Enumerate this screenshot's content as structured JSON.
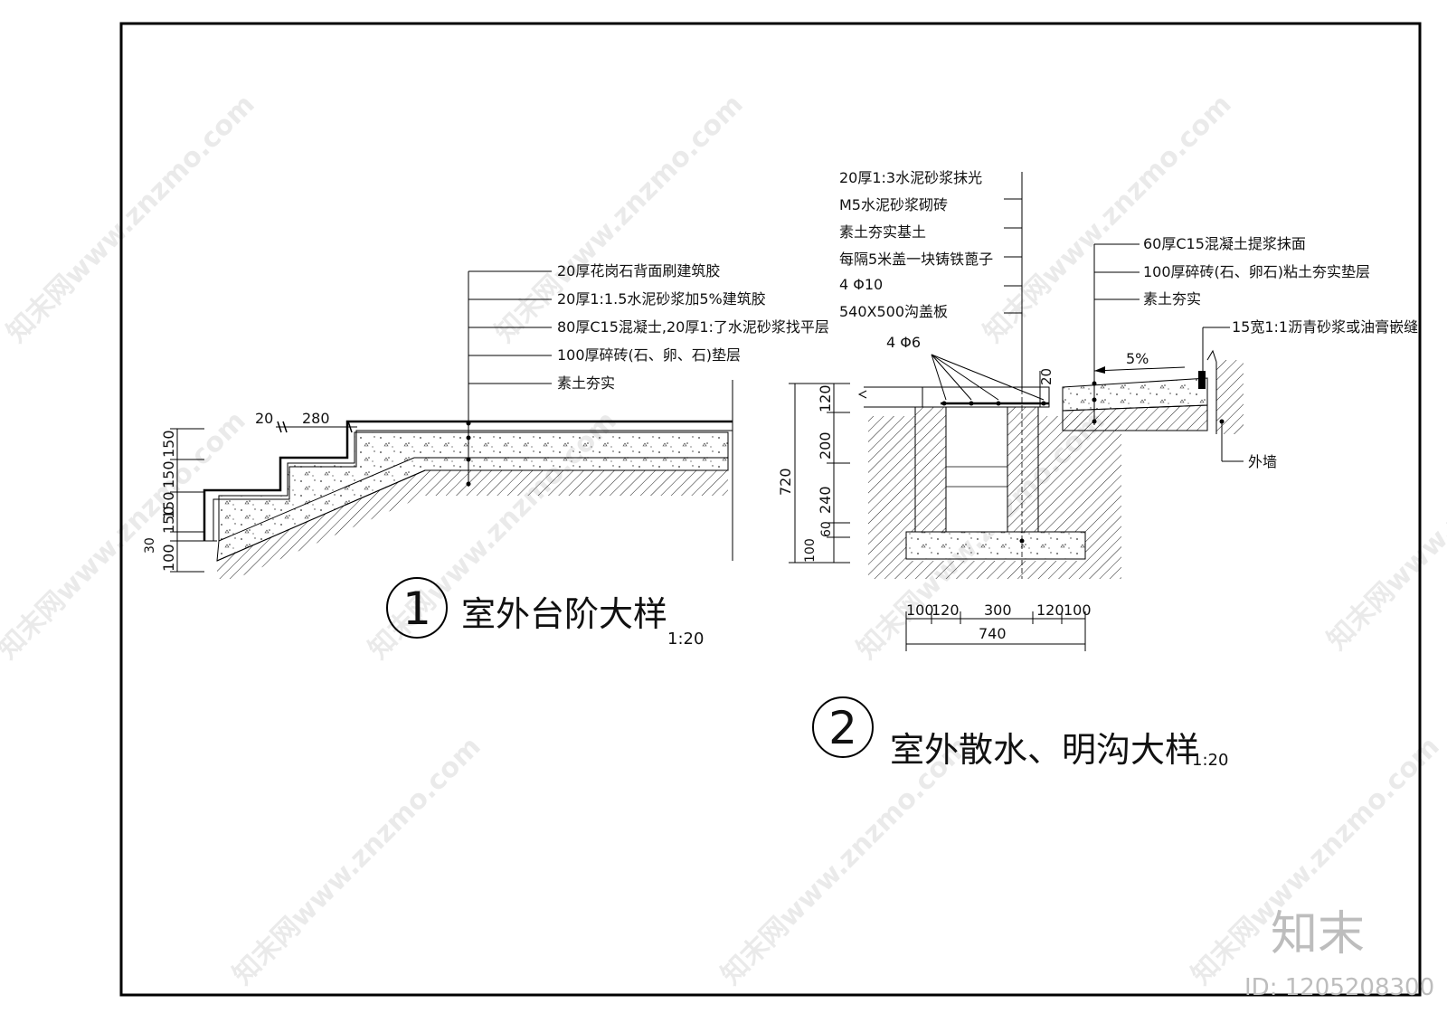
{
  "detail1": {
    "number": "1",
    "title": "室外台阶大样",
    "scale": "1:20",
    "layers": [
      "20厚花岗石背面刷建筑胶",
      "20厚1:1.5水泥砂浆加5%建筑胶",
      "80厚C15混凝士,20厚1:了水泥砂浆找平层",
      "100厚碎砖(石、卵、石)垫层",
      "素土夯实"
    ],
    "dim_top": [
      "20",
      "280"
    ],
    "dim_left": [
      "150",
      "150",
      "150",
      "150",
      "30",
      "100"
    ]
  },
  "detail2": {
    "number": "2",
    "title": "室外散水、明沟大样",
    "scale": "1:20",
    "trench_layers": [
      "20厚1:3水泥砂浆抹光",
      "M5水泥砂浆砌砖",
      "素土夯实基土",
      "每隔5米盖一块铸铁蓖子",
      "4 Φ10",
      "540X500沟盖板"
    ],
    "apron_layers": [
      "60厚C15混凝土提浆抹面",
      "100厚碎砖(石、卵石)粘土夯实垫层",
      "素土夯实"
    ],
    "joint_note": "15宽1:1沥青砂浆或油膏嵌缝",
    "slope": "5%",
    "rebar": "4 Φ6",
    "wall_label": "外墙",
    "dim_cover": "20",
    "dim_left_total": "720",
    "dim_left": [
      "120",
      "200",
      "240",
      "60",
      "100"
    ],
    "dim_bottom": [
      "100",
      "120",
      "300",
      "120",
      "100"
    ],
    "dim_bottom_total": "740"
  },
  "branding": {
    "logo": "知末",
    "id_label": "ID: 1205208300",
    "watermark": "知末网www.znzmo.com"
  }
}
